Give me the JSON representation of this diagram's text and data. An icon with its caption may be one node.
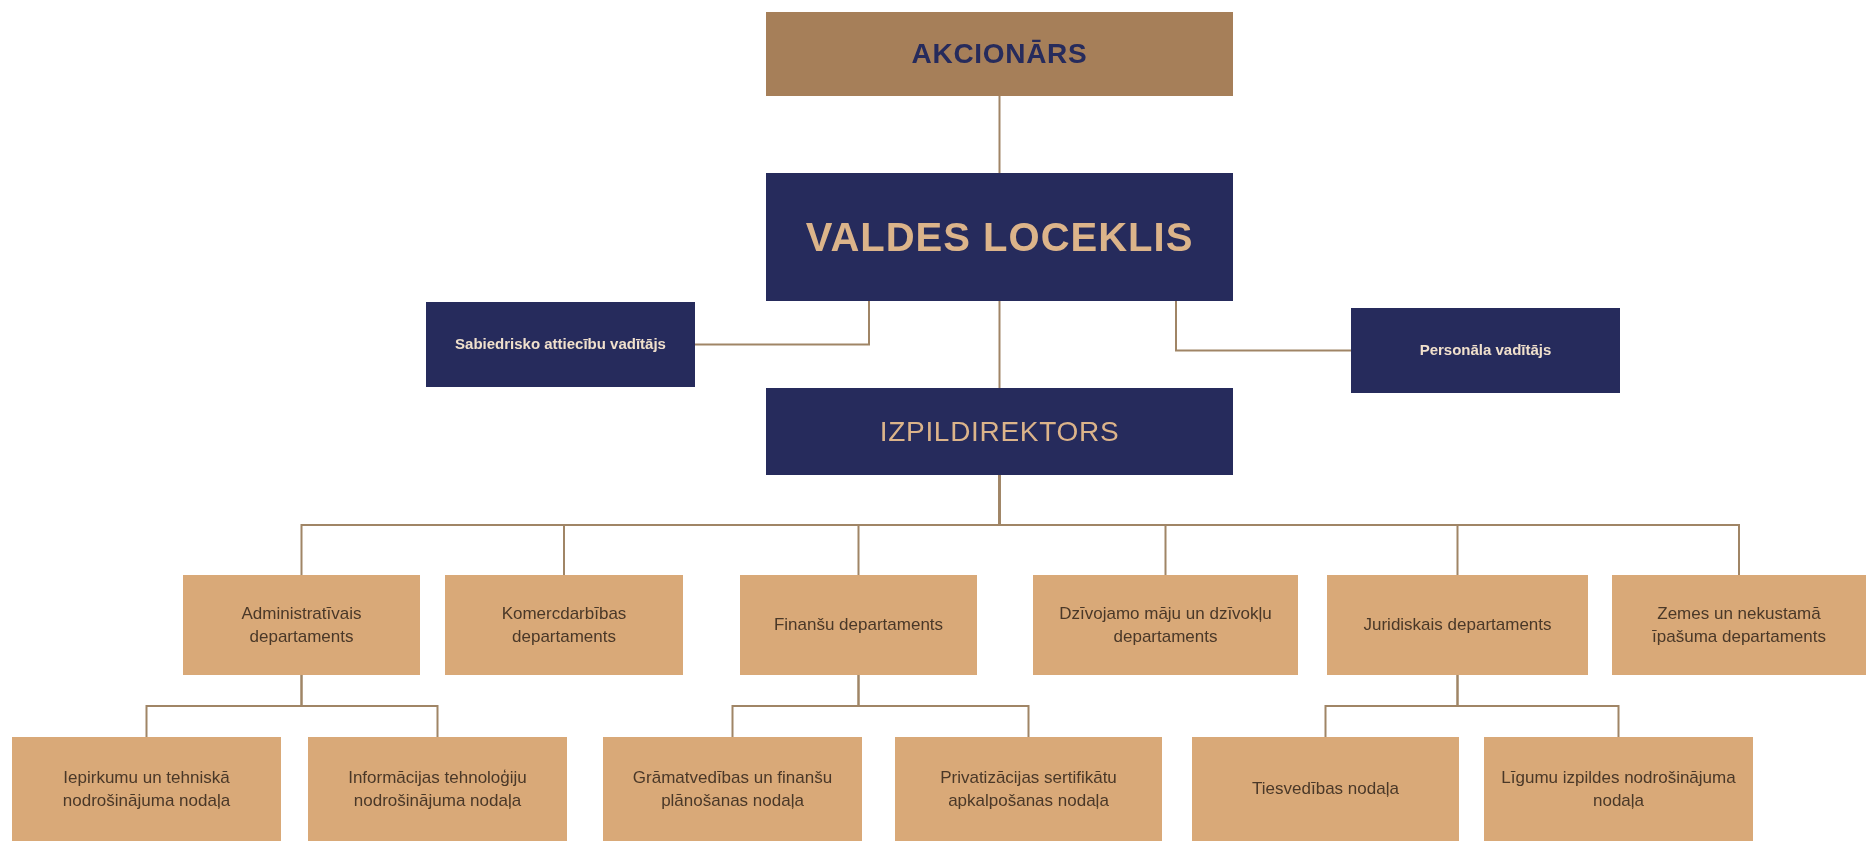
{
  "diagram": {
    "nodes": [
      {
        "text": [
          "AKCIONĀRS"
        ]
      },
      {
        "text": [
          "VALDES LOCEKLIS"
        ]
      },
      {
        "text": [
          "Sabiedrisko attiecību vadītājs"
        ]
      },
      {
        "text": [
          "Personāla vadītājs"
        ]
      },
      {
        "text": [
          "IZPILDIREKTORS"
        ]
      },
      {
        "text": [
          "Administratīvais departaments"
        ]
      },
      {
        "text": [
          "Komercdarbības departaments"
        ]
      },
      {
        "text": [
          "Finanšu departaments"
        ]
      },
      {
        "text": [
          "Dzīvojamo māju un dzīvokļu departaments"
        ]
      },
      {
        "text": [
          "Juridiskais departaments"
        ]
      },
      {
        "text": [
          "Zemes un nekustamā īpašuma departaments"
        ]
      },
      {
        "text": [
          "Iepirkumu un tehniskā nodrošinājuma nodaļa"
        ]
      },
      {
        "text": [
          "Informācijas tehnoloģiju nodrošinājuma nodaļa"
        ]
      },
      {
        "text": [
          "Grāmatvedības un finanšu plānošanas nodaļa"
        ]
      },
      {
        "text": [
          "Privatizācijas sertifikātu apkalpošanas nodaļa"
        ]
      },
      {
        "text": [
          "Tiesvedības nodaļa"
        ]
      },
      {
        "text": [
          "Līgumu izpildes nodrošinājuma nodaļa"
        ]
      }
    ],
    "edges": [
      {
        "from": 0,
        "to": 1,
        "arrow": "none"
      },
      {
        "from": 1,
        "to": 2,
        "arrow": "none"
      },
      {
        "from": 1,
        "to": 3,
        "arrow": "none"
      },
      {
        "from": 1,
        "to": 4,
        "arrow": "none"
      },
      {
        "from": 4,
        "to": 5,
        "arrow": "none"
      },
      {
        "from": 4,
        "to": 6,
        "arrow": "none"
      },
      {
        "from": 4,
        "to": 7,
        "arrow": "none"
      },
      {
        "from": 4,
        "to": 8,
        "arrow": "none"
      },
      {
        "from": 4,
        "to": 9,
        "arrow": "none"
      },
      {
        "from": 4,
        "to": 10,
        "arrow": "none"
      },
      {
        "from": 5,
        "to": 11,
        "arrow": "none"
      },
      {
        "from": 5,
        "to": 12,
        "arrow": "none"
      },
      {
        "from": 7,
        "to": 13,
        "arrow": "none"
      },
      {
        "from": 7,
        "to": 14,
        "arrow": "none"
      },
      {
        "from": 9,
        "to": 15,
        "arrow": "none"
      },
      {
        "from": 9,
        "to": 16,
        "arrow": "none"
      }
    ]
  }
}
